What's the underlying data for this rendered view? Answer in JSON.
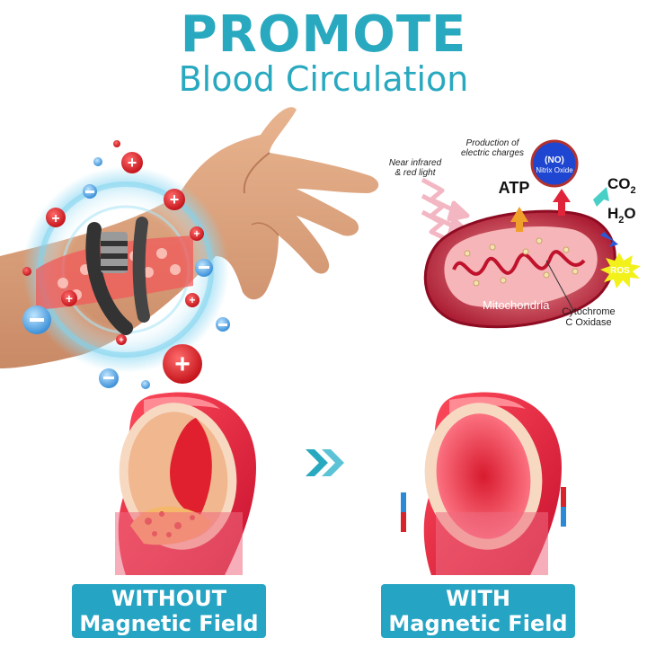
{
  "title": {
    "main": "PROMOTE",
    "sub": "Blood Circulation"
  },
  "diagram": {
    "production": "Production of electric charges",
    "production_l1": "Production of",
    "production_l2": "electric charges",
    "near_infrared_l1": "Near infrared",
    "near_infrared_l2": "& red light",
    "atp": "ATP",
    "no": "(NO)",
    "nitrix_oxide": "Nitrix Oxide",
    "co2": "CO",
    "co2_sub": "2",
    "h2o_h": "H",
    "h2o_sub": "2",
    "h2o_o": "O",
    "ros": "ROS",
    "mitochondria": "Mitochondria",
    "cytochrome_l1": "Cytochrome",
    "cytochrome_l2": "C Oxidase"
  },
  "labels": {
    "left_l1": "WITHOUT",
    "left_l2": "Magnetic Field",
    "right_l1": "WITH",
    "right_l2": "Magnetic Field"
  },
  "colors": {
    "accent": "#29a9bf",
    "label_bg": "#26a4c4",
    "red": "#d8232a",
    "artery": "#e8334a"
  }
}
